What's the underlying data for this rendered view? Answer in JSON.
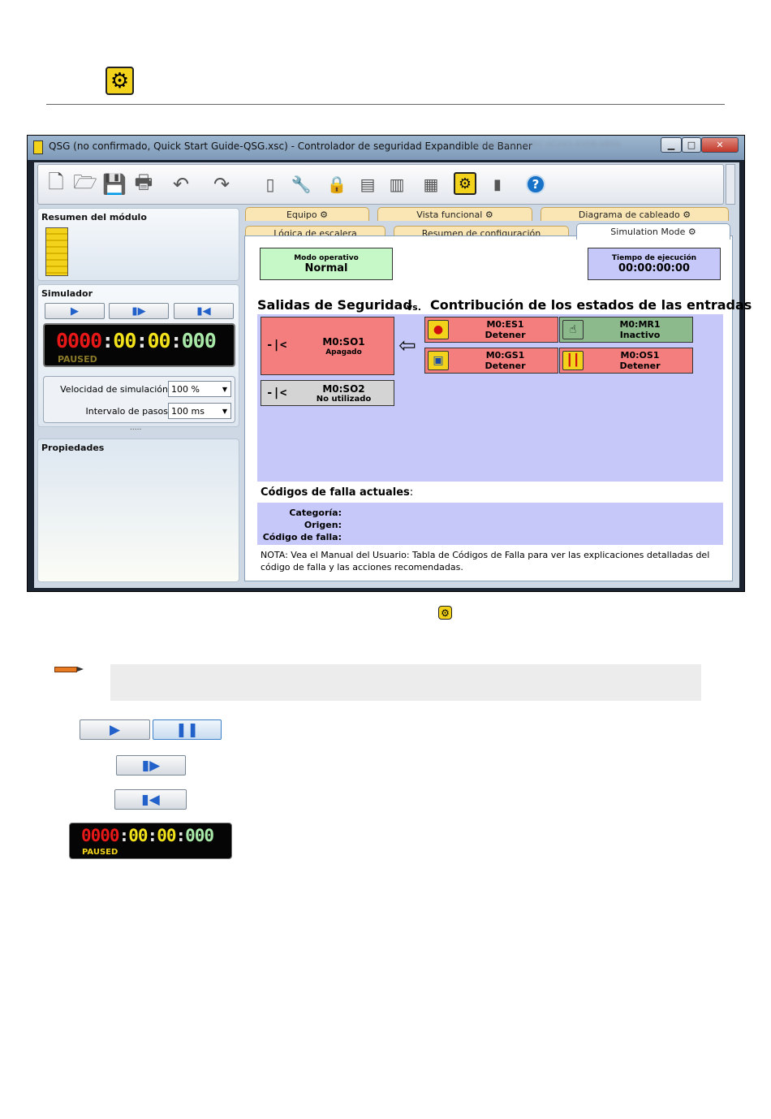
{
  "window": {
    "title": "QSG (no confirmado, Quick Start Guide-QSG.xsc) - Controlador de seguridad Expandible de Banner",
    "title_blur": "0x1A0 F0733001 0C443-4X5B-9B0A"
  },
  "toolbar": {
    "icons": [
      "new-file-icon",
      "open-folder-icon",
      "save-icon",
      "print-icon",
      "undo-icon",
      "redo-icon",
      "module-icon",
      "settings-wrench-icon",
      "lock-icon",
      "read-icon",
      "write-icon",
      "network-icon",
      "simulation-gear-icon",
      "disconnect-icon",
      "help-icon"
    ]
  },
  "left": {
    "module_summary_title": "Resumen del módulo",
    "simulator_title": "Simulador",
    "timer": {
      "part1": "0000",
      "part2": "00",
      "part3": "00",
      "part4": "000",
      "sep": ":",
      "status": "PAUSED"
    },
    "speed_label": "Velocidad de simulación",
    "speed_value": "100 %",
    "interval_label": "Intervalo de pasos",
    "interval_value": "100 ms",
    "splitter": ".....",
    "properties_title": "Propiedades"
  },
  "tabs": {
    "row1": [
      "Equipo",
      "Vista funcional",
      "Diagrama de cableado"
    ],
    "row2": [
      "Lógica de escalera",
      "Resumen de configuración",
      "Simulation Mode"
    ],
    "active": "Simulation Mode"
  },
  "sim": {
    "mode_label": "Modo operativo",
    "mode_value": "Normal",
    "runtime_label": "Tiempo de ejecución",
    "runtime_value": "00:00:00:00",
    "outputs_title": "Salidas de Seguridad",
    "vs": "vs.",
    "inputs_title": "Contribución de los estados de las entradas",
    "outputs": [
      {
        "name": "M0:SO1",
        "state": "Apagado",
        "color": "#f47d7d"
      },
      {
        "name": "M0:SO2",
        "state": "No utilizado",
        "color": "#d4d4d4"
      }
    ],
    "inputs": [
      {
        "name": "M0:ES1",
        "state": "Detener",
        "color": "#f47d7d",
        "icon": "emergency-stop-icon"
      },
      {
        "name": "M0:MR1",
        "state": "Inactivo",
        "color": "#8cba8c",
        "icon": "manual-reset-icon"
      },
      {
        "name": "M0:GS1",
        "state": "Detener",
        "color": "#f47d7d",
        "icon": "gate-switch-icon"
      },
      {
        "name": "M0:OS1",
        "state": "Detener",
        "color": "#f47d7d",
        "icon": "optical-sensor-icon"
      }
    ],
    "fault_title": "Códigos de falla actuales",
    "fault_colon": ":",
    "fault_category": "Categoría:",
    "fault_origin": "Origen:",
    "fault_code": "Código de falla:",
    "note": "NOTA: Vea el Manual del Usuario: Tabla de Códigos de Falla para ver las explicaciones detalladas del código de falla y las acciones recomendadas."
  },
  "lower_timer": {
    "part1": "0000",
    "part2": "00",
    "part3": "00",
    "part4": "000",
    "sep": ":",
    "status": "PAUSED"
  },
  "colors": {
    "accent_yellow": "#f2d21b",
    "blue_area": "#c6c8fa",
    "green_mode": "#c6f7c6"
  }
}
